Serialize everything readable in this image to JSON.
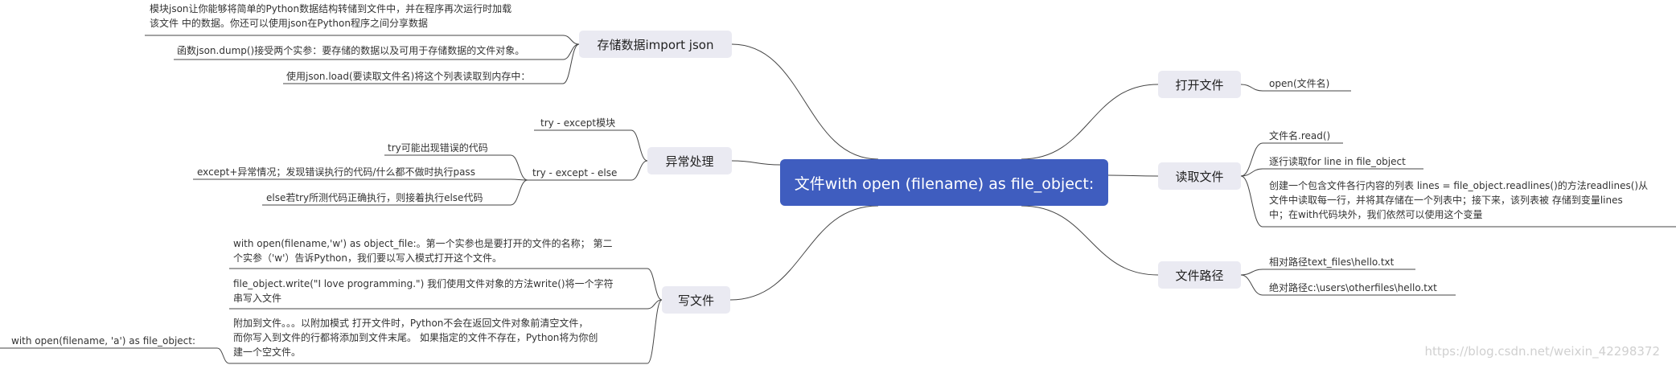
{
  "root": "文件with open (filename) as file_object:",
  "branches": {
    "store": {
      "label": "存储数据import json",
      "leaves": [
        "模块json让你能够将简单的Python数据结构转储到文件中，并在程序再次运行时加载\n该文件 中的数据。你还可以使用json在Python程序之间分享数据",
        "函数json.dump()接受两个实参：要存储的数据以及可用于存储数据的文件对象。",
        "使用json.load(要读取文件名)将这个列表读取到内存中："
      ]
    },
    "exception": {
      "label": "异常处理",
      "try_except": "try - except模块",
      "try_except_else": "try - except - else",
      "sub": [
        "try可能出现错误的代码",
        "except+异常情况；发现错误执行的代码/什么都不做时执行pass",
        "else若try所测代码正确执行，则接着执行else代码"
      ]
    },
    "write": {
      "label": "写文件",
      "leaves": [
        "with open(filename,'w') as object_file:。第一个实参也是要打开的文件的名称； 第二\n个实参（'w'）告诉Python，我们要以写入模式打开这个文件。",
        "file_object.write(\"I love programming.\") 我们使用文件对象的方法write()将一个字符\n串写入文件",
        "附加到文件。。。以附加模式 打开文件时，Python不会在返回文件对象前清空文件，\n而你写入到文件的行都将添加到文件末尾。 如果指定的文件不存在，Python将为你创\n建一个空文件。"
      ],
      "append_example": "with open(filename, 'a') as file_object:"
    },
    "open": {
      "label": "打开文件",
      "leaves": [
        "open(文件名)"
      ]
    },
    "read": {
      "label": "读取文件",
      "leaves": [
        "文件名.read()",
        "逐行读取for line in file_object",
        "创建一个包含文件各行内容的列表 lines = file_object.readlines()的方法readlines()从\n文件中读取每一行，并将其存储在一个列表中；接下来，该列表被 存储到变量lines\n中；在with代码块外，我们依然可以使用这个变量"
      ]
    },
    "path": {
      "label": "文件路径",
      "leaves": [
        "相对路径text_files\\hello.txt",
        "绝对路径c:\\users\\otherfiles\\hello.txt"
      ]
    }
  },
  "watermark": "https://blog.csdn.net/weixin_42298372",
  "colors": {
    "root_bg": "#3f5dbf",
    "node_bg": "#eaeaf2",
    "edge": "#444444"
  }
}
